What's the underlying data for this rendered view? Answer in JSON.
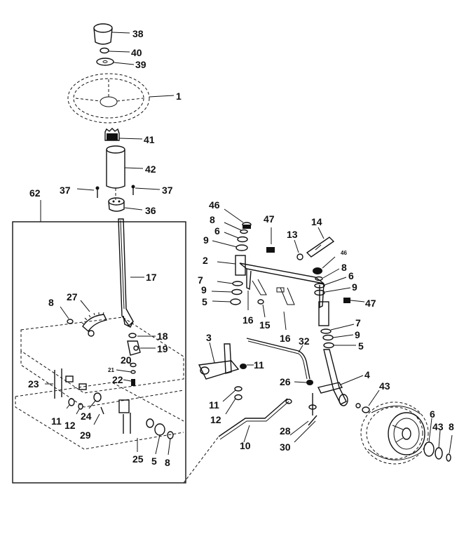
{
  "callouts": [
    {
      "id": "p38",
      "text": "38"
    },
    {
      "id": "p40",
      "text": "40"
    },
    {
      "id": "p39",
      "text": "39"
    },
    {
      "id": "p1",
      "text": "1"
    },
    {
      "id": "p41",
      "text": "41"
    },
    {
      "id": "p42",
      "text": "42"
    },
    {
      "id": "p62",
      "text": "62"
    },
    {
      "id": "p37a",
      "text": "37"
    },
    {
      "id": "p37b",
      "text": "37"
    },
    {
      "id": "p36",
      "text": "36"
    },
    {
      "id": "p46a",
      "text": "46"
    },
    {
      "id": "p47a",
      "text": "47"
    },
    {
      "id": "p14",
      "text": "14"
    },
    {
      "id": "p8a",
      "text": "8"
    },
    {
      "id": "p6a",
      "text": "6"
    },
    {
      "id": "p13",
      "text": "13"
    },
    {
      "id": "p9a",
      "text": "9"
    },
    {
      "id": "p46b",
      "text": "46"
    },
    {
      "id": "p2",
      "text": "2"
    },
    {
      "id": "p8b",
      "text": "8"
    },
    {
      "id": "p6b",
      "text": "6"
    },
    {
      "id": "p7a",
      "text": "7"
    },
    {
      "id": "p9b",
      "text": "9"
    },
    {
      "id": "p17",
      "text": "17"
    },
    {
      "id": "p9c",
      "text": "9"
    },
    {
      "id": "p5a",
      "text": "5"
    },
    {
      "id": "p47b",
      "text": "47"
    },
    {
      "id": "p27",
      "text": "27"
    },
    {
      "id": "p8c",
      "text": "8"
    },
    {
      "id": "p16a",
      "text": "16"
    },
    {
      "id": "p15",
      "text": "15"
    },
    {
      "id": "p16b",
      "text": "16"
    },
    {
      "id": "p7b",
      "text": "7"
    },
    {
      "id": "p18",
      "text": "18"
    },
    {
      "id": "p9d",
      "text": "9"
    },
    {
      "id": "p19",
      "text": "19"
    },
    {
      "id": "p3",
      "text": "3"
    },
    {
      "id": "p32",
      "text": "32"
    },
    {
      "id": "p5b",
      "text": "5"
    },
    {
      "id": "p20",
      "text": "20"
    },
    {
      "id": "p11a",
      "text": "11"
    },
    {
      "id": "p21",
      "text": "21"
    },
    {
      "id": "p22",
      "text": "22"
    },
    {
      "id": "p4",
      "text": "4"
    },
    {
      "id": "p23",
      "text": "23"
    },
    {
      "id": "p26",
      "text": "26"
    },
    {
      "id": "p43a",
      "text": "43"
    },
    {
      "id": "p11b",
      "text": "11"
    },
    {
      "id": "p11c",
      "text": "11"
    },
    {
      "id": "p12a",
      "text": "12"
    },
    {
      "id": "p24",
      "text": "24"
    },
    {
      "id": "p12b",
      "text": "12"
    },
    {
      "id": "p29",
      "text": "29"
    },
    {
      "id": "p6c",
      "text": "6"
    },
    {
      "id": "p43b",
      "text": "43"
    },
    {
      "id": "p8d",
      "text": "8"
    },
    {
      "id": "p28",
      "text": "28"
    },
    {
      "id": "p10",
      "text": "10"
    },
    {
      "id": "p30",
      "text": "30"
    },
    {
      "id": "p25",
      "text": "25"
    },
    {
      "id": "p5c",
      "text": "5"
    },
    {
      "id": "p8e",
      "text": "8"
    }
  ],
  "icons": {
    "steering_wheel": "steering-wheel-icon",
    "wheel": "front-wheel-icon"
  }
}
